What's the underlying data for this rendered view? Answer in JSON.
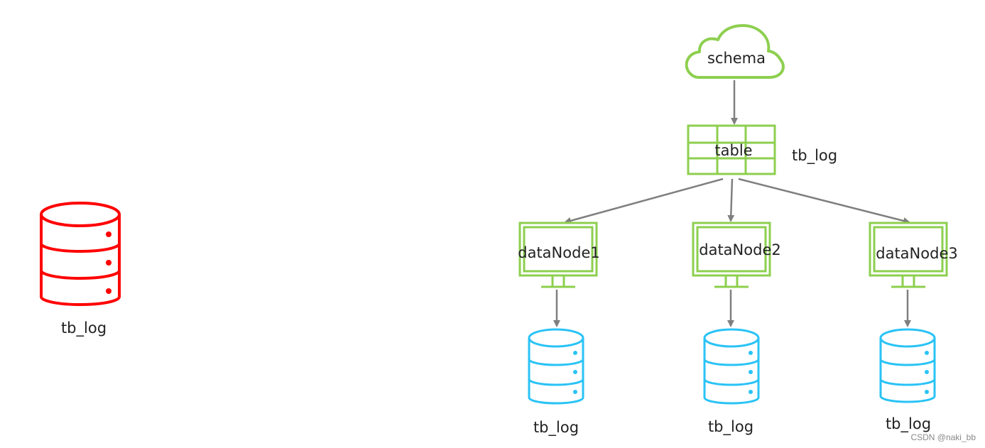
{
  "colors": {
    "red": "#ff0000",
    "blue": "#29c3f6",
    "green": "#8dcf4f",
    "arrow": "#7f7f7f"
  },
  "left_db": {
    "label": "tb_log",
    "icon": "database-icon"
  },
  "schema": {
    "label": "schema",
    "icon": "cloud-icon"
  },
  "table": {
    "label": "table",
    "side_label": "tb_log",
    "icon": "table-grid-icon"
  },
  "nodes": [
    {
      "label": "dataNode1",
      "db_label": "tb_log"
    },
    {
      "label": "dataNode2",
      "db_label": "tb_log"
    },
    {
      "label": "dataNode3",
      "db_label": "tb_log"
    }
  ],
  "watermark": "CSDN @naki_bb"
}
